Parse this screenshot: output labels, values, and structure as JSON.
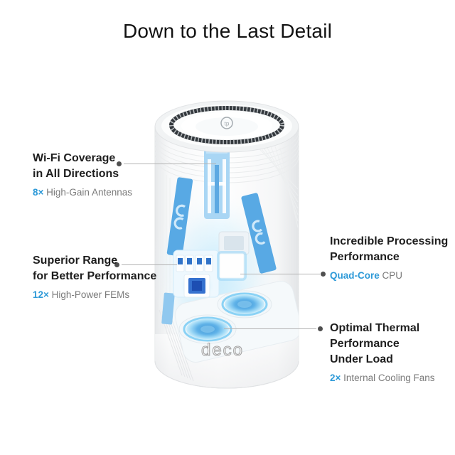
{
  "title": "Down to the Last Detail",
  "callouts": {
    "wifi": {
      "title_line1": "Wi-Fi Coverage",
      "title_line2": "in All Directions",
      "spec_highlight": "8×",
      "spec_rest": " High-Gain Antennas"
    },
    "range": {
      "title_line1": "Superior Range",
      "title_line2": "for Better Performance",
      "spec_highlight": "12×",
      "spec_rest": " High-Power FEMs"
    },
    "cpu": {
      "title_line1": "Incredible Processing",
      "title_line2": "Performance",
      "spec_highlight": "Quad-Core",
      "spec_rest": " CPU"
    },
    "thermal": {
      "title_line1": "Optimal Thermal",
      "title_line2": "Performance",
      "title_line3": "Under Load",
      "spec_highlight": "2×",
      "spec_rest": " Internal Cooling Fans"
    }
  },
  "device": {
    "base_logo": "deco",
    "top_logo_text": "tp"
  },
  "colors": {
    "accent_blue": "#2E9AD8",
    "heading_text": "#1E1E1E",
    "spec_text": "#7A7A7A",
    "connector_line": "#B3B3B3",
    "connector_dot": "#4F4F4F",
    "page_bg": "#FFFFFF"
  }
}
